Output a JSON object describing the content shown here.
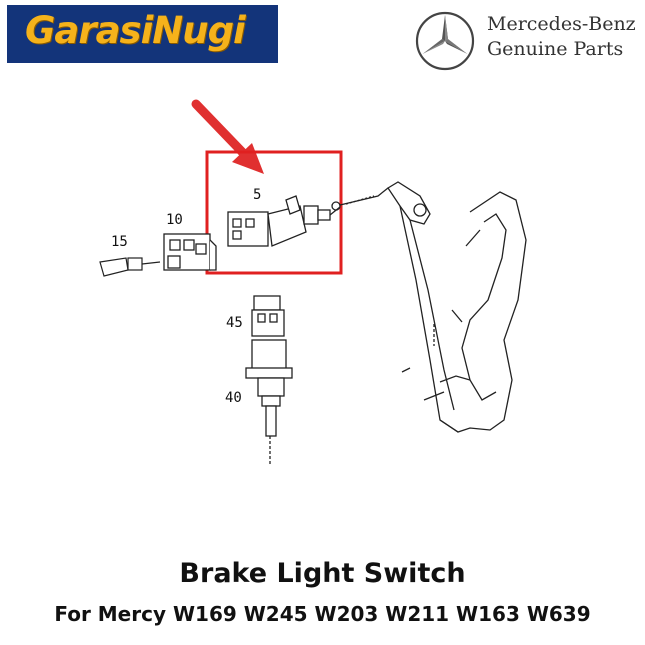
{
  "header": {
    "logo_text": "GarasiNugi",
    "brand_line1": "Mercedes-Benz",
    "brand_line2": "Genuine Parts"
  },
  "diagram": {
    "labels": [
      "5",
      "10",
      "15",
      "45",
      "40"
    ],
    "highlight_color": "#e02020",
    "arrow_color": "#e03030"
  },
  "caption": {
    "title": "Brake Light Switch",
    "subtitle": "For Mercy W169 W245 W203 W211 W163 W639"
  },
  "colors": {
    "logo_bg": "#13347a",
    "logo_text": "#f5b21b"
  }
}
